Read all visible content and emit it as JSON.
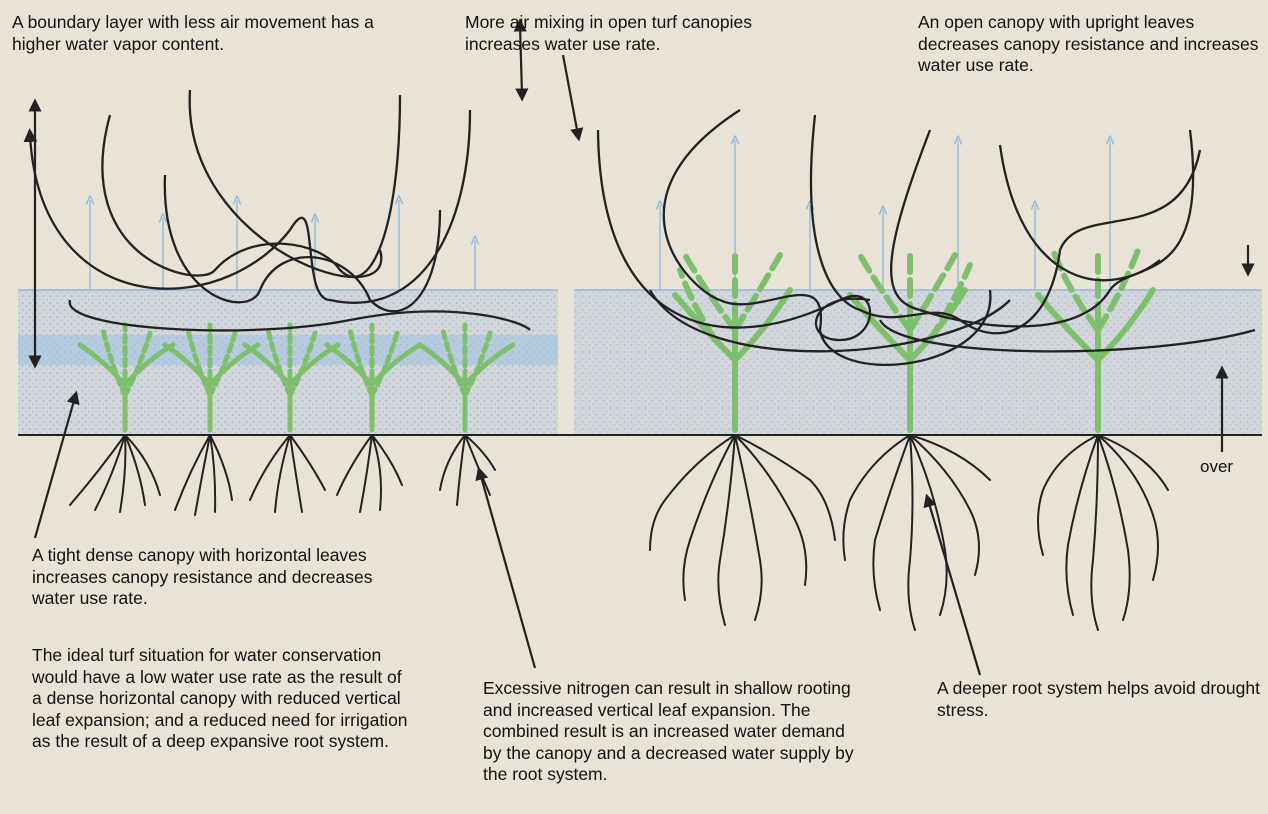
{
  "colors": {
    "background": "#e8e3d6",
    "soil": "#d3d7db",
    "water_vapor": "#8fb8dd",
    "plant_green": "#7dbf6c",
    "line": "#222222"
  },
  "captions": {
    "boundary_layer": "A boundary layer with less air movement has a higher water vapor content.",
    "open_mixing": "More air mixing in open turf canopies increases water use rate.",
    "open_upright": "An open canopy with upright leaves decreases canopy resistance and increases water use rate.",
    "tight_dense": "A tight dense canopy with horizontal leaves increases canopy resistance and decreases water use rate.",
    "ideal": "The ideal turf situation for water conservation would have a low water use rate as the result of a dense horizontal canopy with reduced vertical leaf expansion; and a reduced need for irrigation as the result of a deep expansive root system.",
    "nitrogen": "Excessive nitrogen can result in shallow rooting and increased vertical leaf expansion. The combined result is an increased water demand by the canopy and a decreased water supply by the root system.",
    "deep_root": "A deeper root system helps avoid drought stress.",
    "over": "over"
  }
}
